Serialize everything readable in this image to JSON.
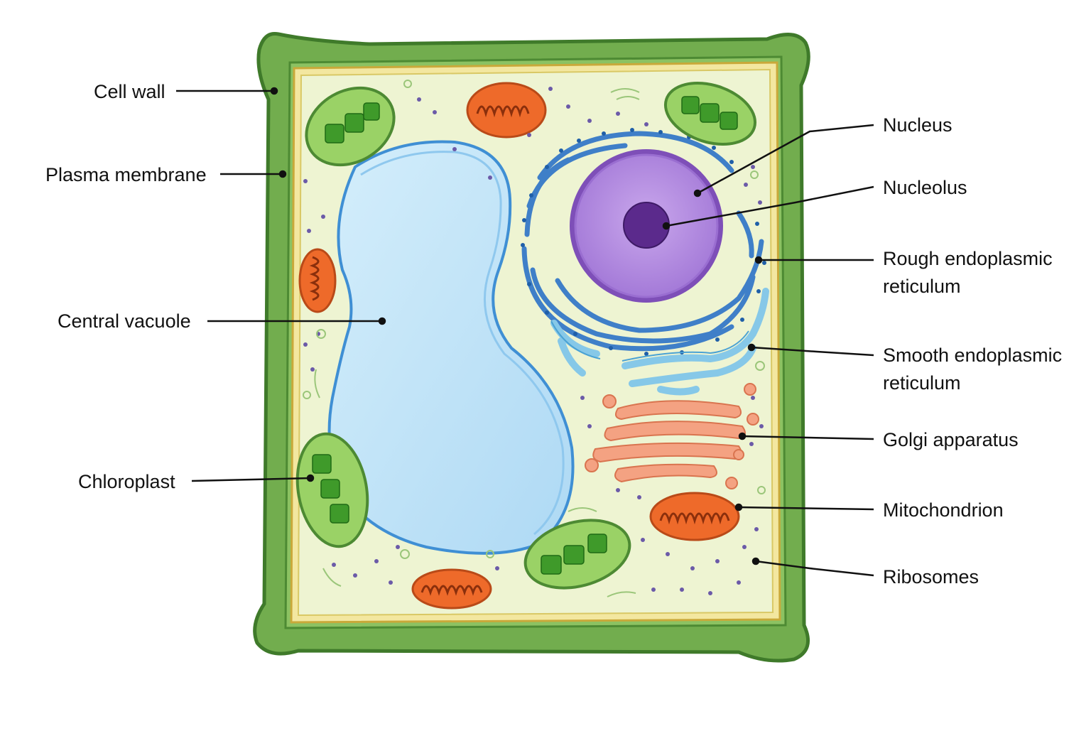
{
  "labels": {
    "cell_wall": "Cell wall",
    "plasma_membrane": "Plasma membrane",
    "central_vacuole": "Central vacuole",
    "chloroplast": "Chloroplast",
    "nucleus": "Nucleus",
    "nucleolus": "Nucleolus",
    "rough_er_line1": "Rough endoplasmic",
    "rough_er_line2": "reticulum",
    "smooth_er_line1": "Smooth endoplasmic",
    "smooth_er_line2": "reticulum",
    "golgi": "Golgi apparatus",
    "mitochondrion": "Mitochondrion",
    "ribosomes": "Ribosomes"
  },
  "colors": {
    "cell_wall": "#6ea84a",
    "cell_wall_dark": "#3f7a2a",
    "membrane": "#e8d56a",
    "cytoplasm": "#eef4d2",
    "vacuole": "#bfe3f7",
    "vacuole_edge": "#3f8fd4",
    "nucleus": "#b891e0",
    "nucleolus": "#5b2a8c",
    "rough_er": "#3f7fc8",
    "smooth_er": "#86c8e8",
    "golgi": "#f4a282",
    "mitochondrion": "#ee6a2a",
    "chloroplast": "#7dc04a",
    "ribosome": "#6b5aa8"
  }
}
